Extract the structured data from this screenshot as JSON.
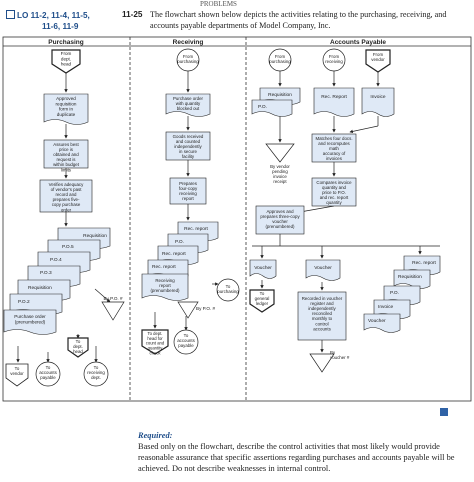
{
  "header": {
    "top_fragment": "PROBLEMS",
    "lo_line1": "LO 11-2, 11-4, 11-5,",
    "lo_line2": "11-6, 11-9",
    "problem_number": "11-25",
    "intro": "The flowchart shown below depicts the activities relating to the purchasing, receiving, and accounts payable departments of Model Company, Inc."
  },
  "flowchart": {
    "columns": {
      "purchasing": "Purchasing",
      "receiving": "Receiving",
      "ap": "Accounts Payable"
    },
    "p": {
      "from_dept": "From\ndept.\nhead",
      "approved": "Approved\nrequisition\nform in\nduplicate",
      "assures": "Assures best\nprice is\nobtained and\nrequest is\nwithin budget\nlimits",
      "verifies": "Verifies adequacy\nof vendor's past\nrecord and\nprepares five-\ncopy purchase\norder",
      "requisition": "Requisition",
      "po5": "P.O.5",
      "po4": "P.O.4",
      "po3": "P.O.3",
      "requisition2": "Requisition",
      "po2": "P.O.2",
      "po1": "Purchase order\n(prenumbered)",
      "by_po_num": "By P.O. #",
      "to_dept_head": "To\ndept.\nhead",
      "to_vendor": "To\nvendor",
      "to_ap": "To\naccounts\npayable",
      "to_receiving": "To\nreceiving\ndept."
    },
    "r": {
      "from_purchasing": "From\npurchasing",
      "po_blocked": "Purchase order\nwith quantity\nblocked out",
      "goods_received": "Goods received\nand counted\nindependently\nin secure\nfacility",
      "prepares_four": "Prepares\nfour-copy\nreceiving\nreport",
      "rec4": "Rec. report",
      "po_r": "P.O.",
      "rec3": "Rec. report",
      "rec2": "Rec. report",
      "receiving_report": "Receiving\nreport\n(prenumbered)",
      "to_purchasing": "To\npurchasing",
      "by_po_num": "By P.O. #",
      "to_dept_head_count": "To dept.\nhead for\ncount and\nquantity\ncheck",
      "to_ap": "To\naccounts\npayable"
    },
    "a": {
      "from_purchasing": "From\npurchasing",
      "from_receiving": "From\nreceiving",
      "from_vendor": "From\nvendor",
      "requisition": "Requisition",
      "po2": "P.O.",
      "rec_report": "Rec. Report",
      "invoice": "Invoice",
      "by_vendor": "By vendor\npending\ninvoice\nreceipt",
      "matches": "Matches four docs.\nand recomputes\nmath\naccuracy of\ninvoices",
      "compares": "Compares invoice\nquantity and\nprice to P.O.\nand rec. report\nquantity",
      "approves": "Approves and\nprepares three-copy\nvoucher\n(prenumbered)",
      "voucher3": "Voucher",
      "voucher2": "Voucher",
      "to_gl": "To\ngeneral\nledger",
      "recorded": "Recorded in voucher\nregister and\nindependently\nreconciled\nmonthly to\ncontrol\naccounts",
      "by_voucher": "By\nvoucher #",
      "rec_report1": "Rec. report",
      "requisition1": "Requisition",
      "po1": "P.O.",
      "invoice1": "Invoice",
      "voucher1": "Voucher"
    }
  },
  "required": {
    "heading": "Required:",
    "text": "Based only on the flowchart, describe the control activities that most likely would provide reasonable assurance that specific assertions regarding purchases and accounts payable will be achieved. Do not describe weaknesses in internal control."
  },
  "colors": {
    "doc_fill": "#dfe9f6",
    "link": "#1f4e8a"
  }
}
